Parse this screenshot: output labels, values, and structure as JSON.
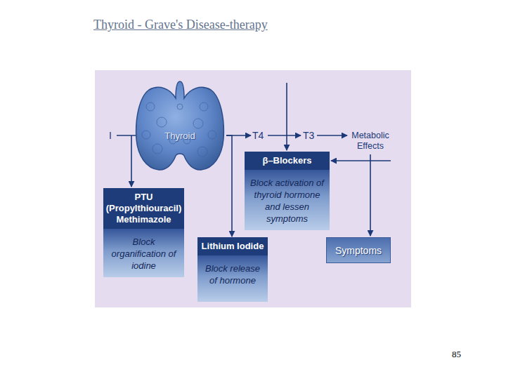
{
  "diagram": {
    "title": "Thyroid - Grave's Disease-therapy",
    "nodes": [
      {
        "text": [
          "Thyroid"
        ]
      },
      {
        "text": [
          "β–Blockers",
          "Block activation of thyroid hormone and lessen symptoms"
        ]
      },
      {
        "text": [
          "PTU (Propylthiouracil) Methimazole",
          "Block organification of iodine"
        ]
      },
      {
        "text": [
          "Lithium Iodide",
          "Block release of hormone"
        ]
      },
      {
        "text": [
          "Symptoms"
        ]
      }
    ],
    "edges": [
      {
        "from": 0,
        "to": 3,
        "arrow": "to"
      }
    ],
    "labels": [
      "I",
      "T4",
      "T3",
      "Metabolic Effects",
      "85"
    ]
  }
}
